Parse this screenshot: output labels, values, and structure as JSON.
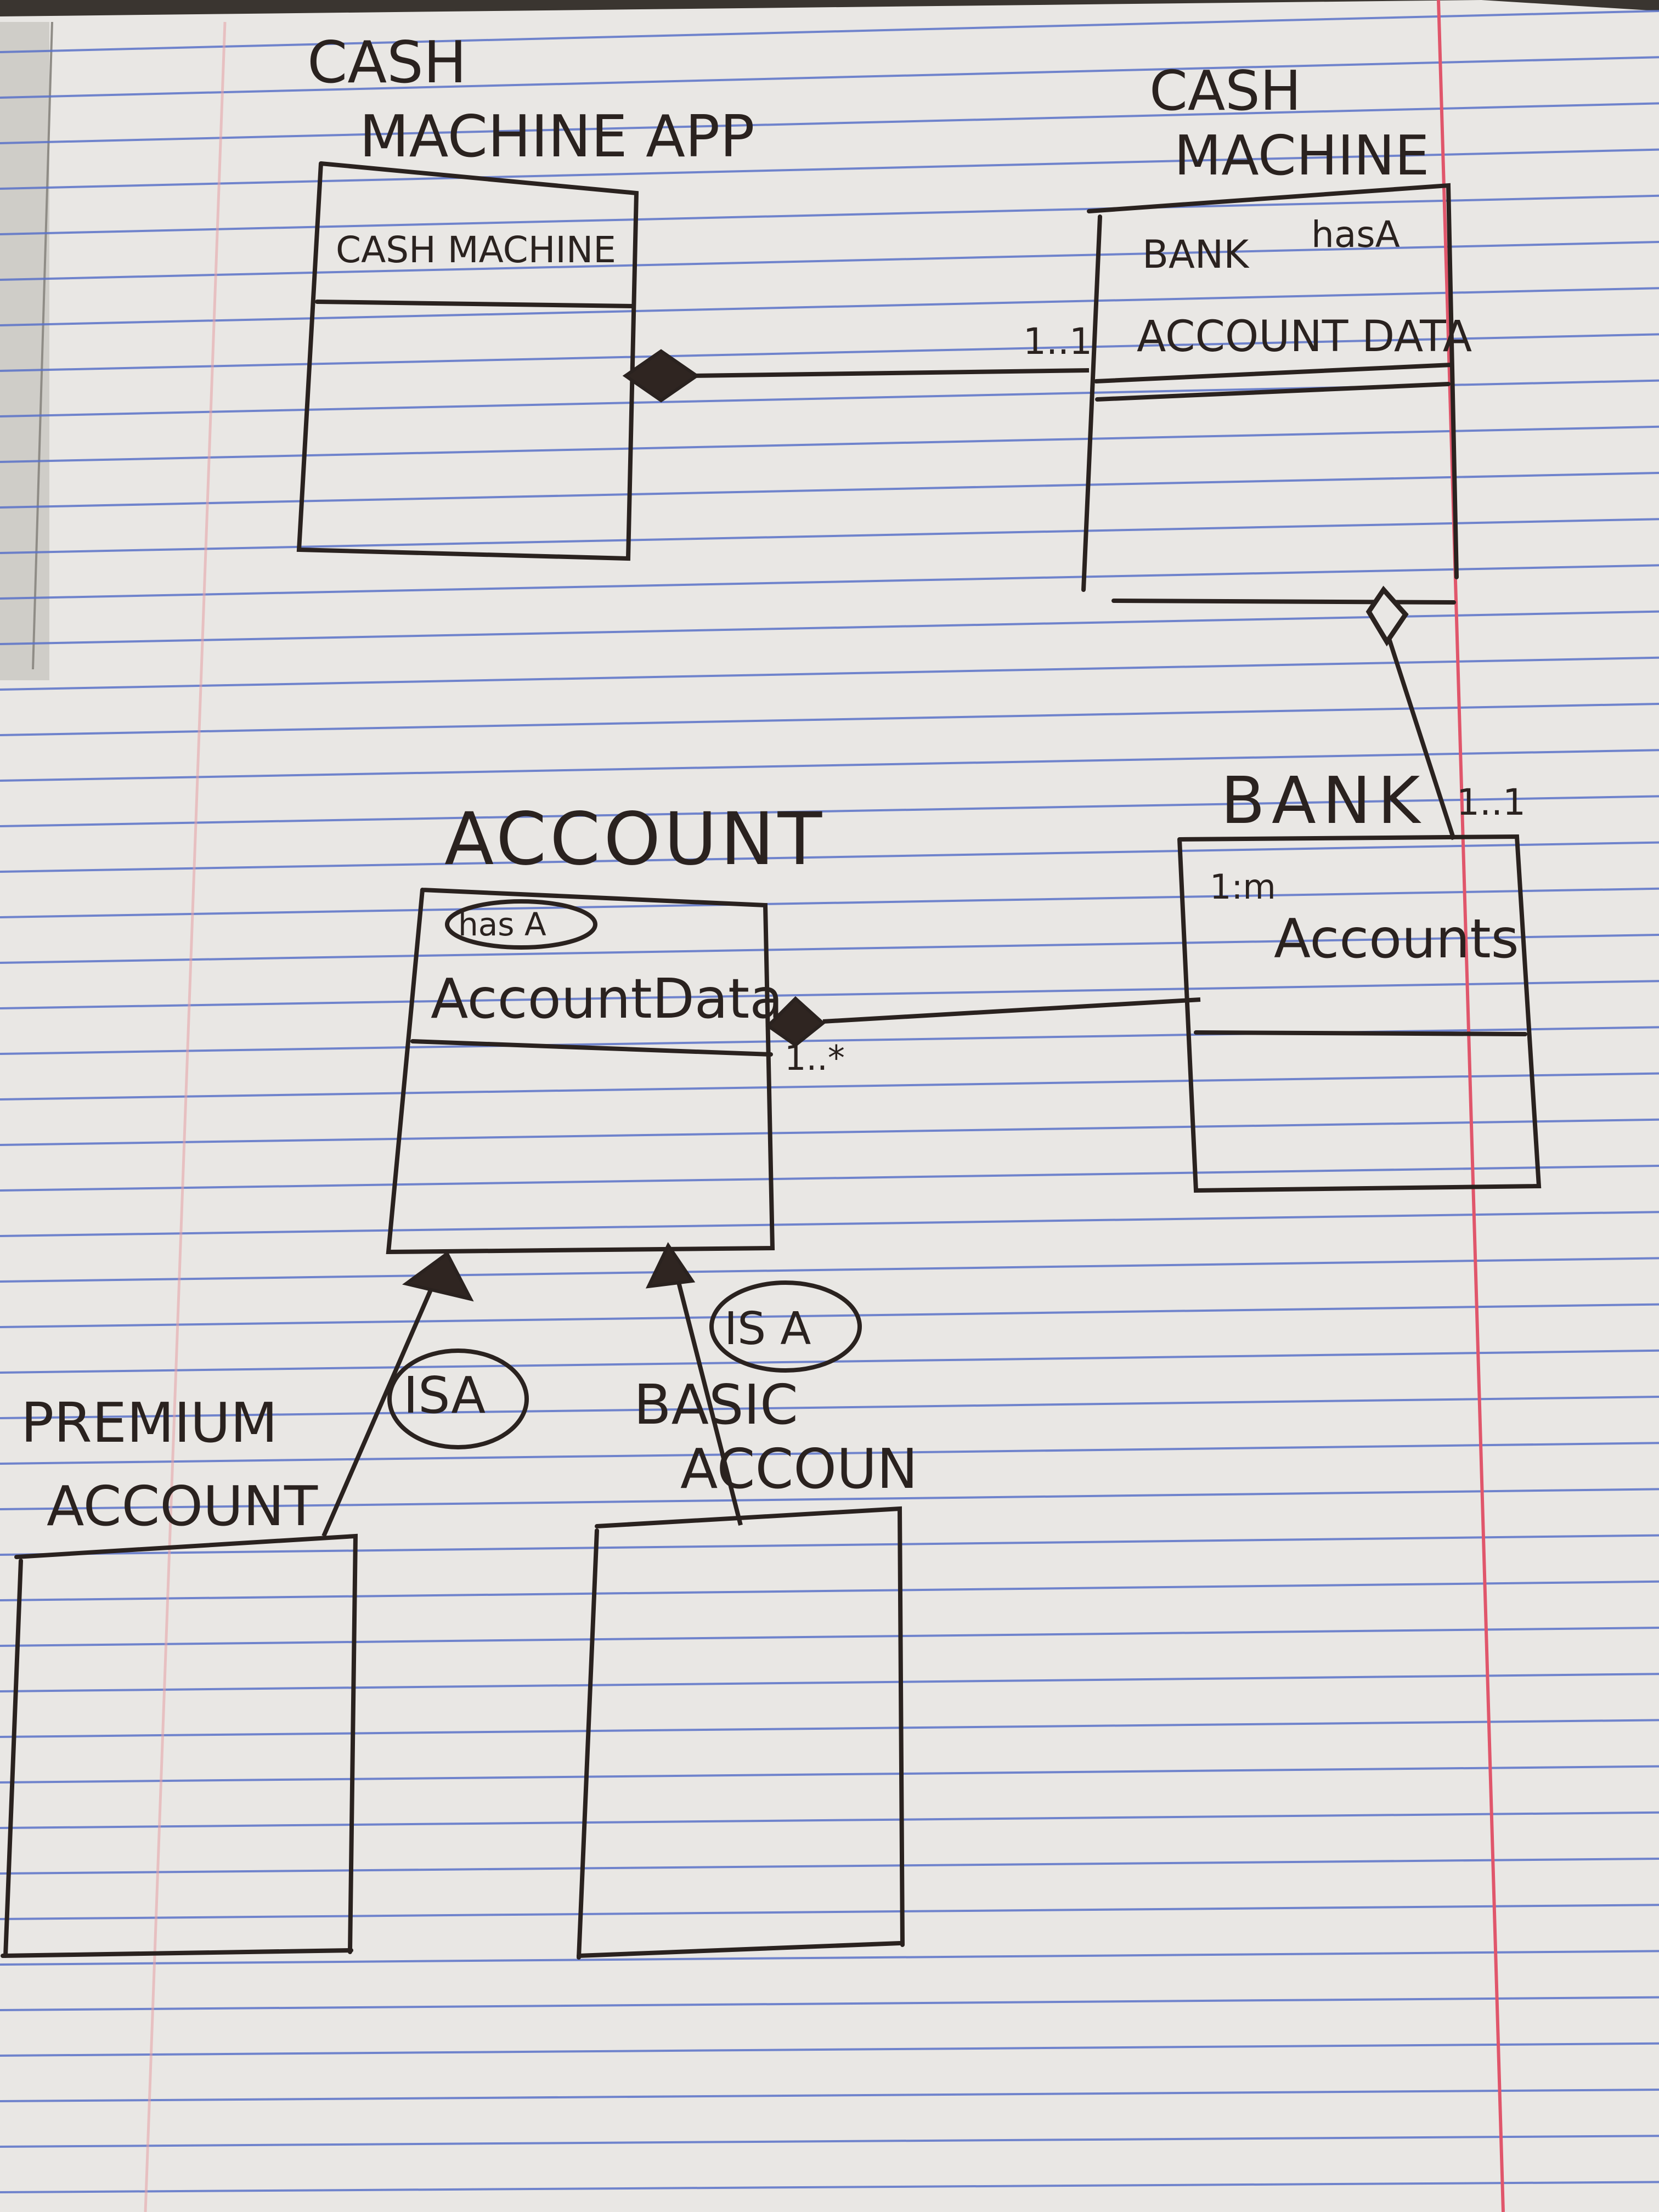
{
  "colors": {
    "paper": "#e9e7e4",
    "rule": "#5a72c8",
    "margin_line": "#e0566b",
    "ink": "#2a221f",
    "background_edge": "#3a3530"
  },
  "classes": {
    "cash_machine_app": {
      "name_line1": "CASH",
      "name_line2": "MACHINE APP",
      "attribute": "CASH MACHINE"
    },
    "cash_machine": {
      "name_line1": "CASH",
      "name_line2": "MACHINE",
      "attribute1": "BANK",
      "attribute1_note": "hasA",
      "attribute2": "ACCOUNT DATA"
    },
    "bank": {
      "name": "BANK",
      "attribute_prefix": "1:m",
      "attribute": "Accounts"
    },
    "account": {
      "name": "ACCOUNT",
      "note": "has A",
      "attribute": "AccountData"
    },
    "premium_account": {
      "name_line1": "PREMIUM",
      "name_line2": "ACCOUNT"
    },
    "basic_account": {
      "name_line1": "BASIC",
      "name_line2": "ACCOUN"
    }
  },
  "relationships": {
    "app_to_machine_multiplicity": "1..1",
    "machine_bank_multiplicity": "1..1",
    "bank_account_multiplicity": "1..*",
    "premium_label": "ISA",
    "basic_label": "IS A"
  }
}
